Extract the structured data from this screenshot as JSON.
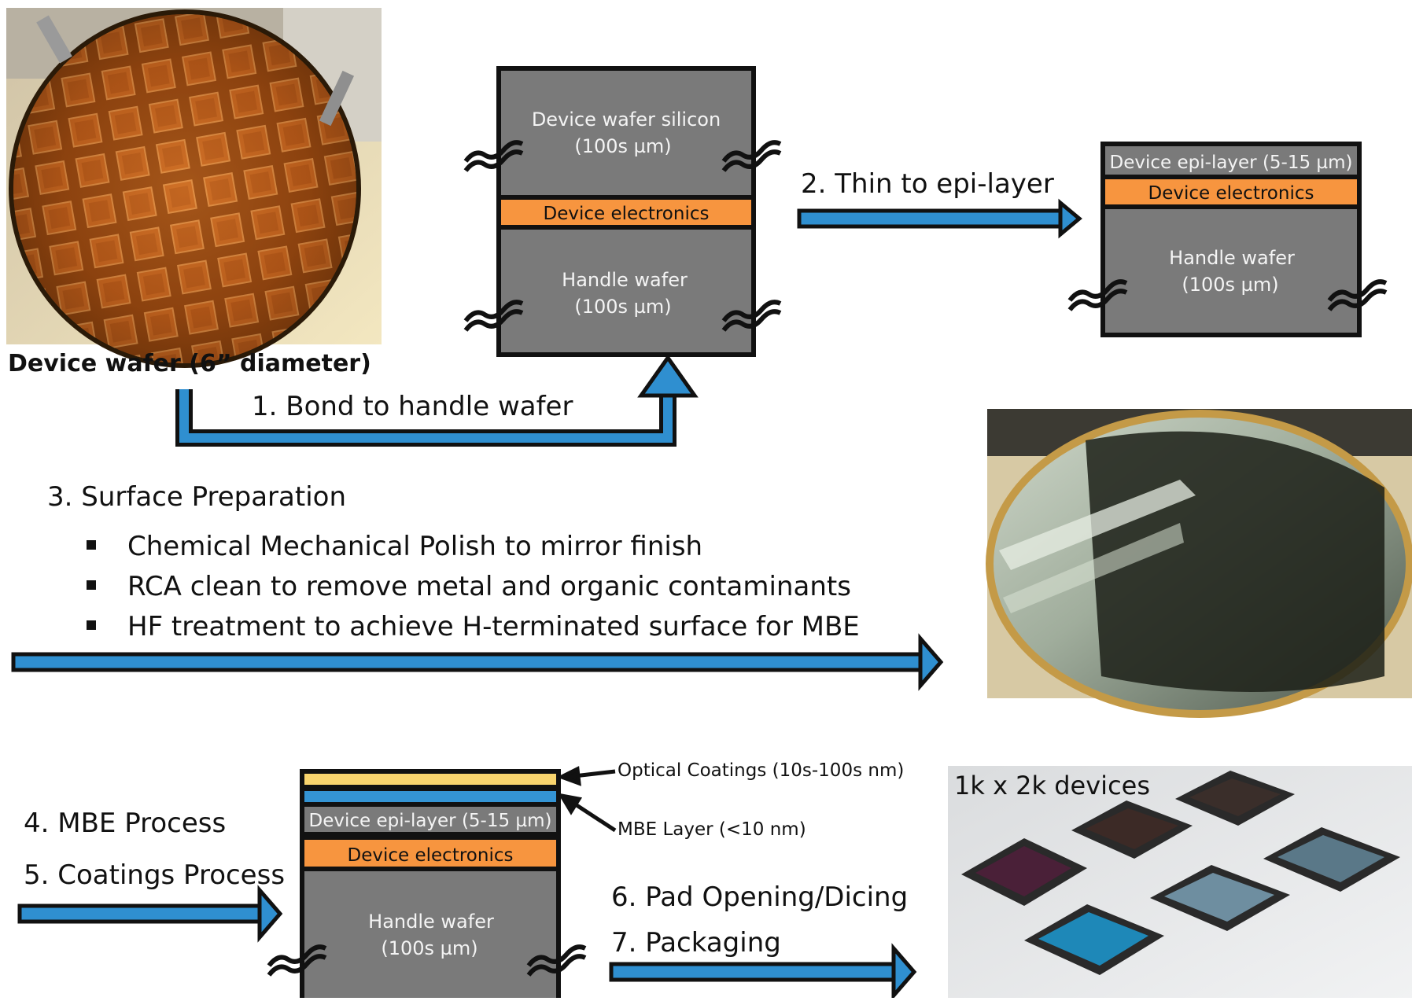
{
  "photos": {
    "device_wafer_caption": "Device wafer (6” diameter)",
    "devices_caption": "1k x 2k devices"
  },
  "stack_initial": {
    "top_layer": [
      "Device wafer silicon",
      "(100s µm)"
    ],
    "electronics": "Device electronics",
    "handle": [
      "Handle wafer",
      "(100s µm)"
    ]
  },
  "stack_thinned": {
    "epi": "Device epi-layer (5-15 µm)",
    "electronics": "Device electronics",
    "handle": [
      "Handle wafer",
      "(100s µm)"
    ]
  },
  "stack_final": {
    "epi": "Device epi-layer (5-15 µm)",
    "electronics": "Device electronics",
    "handle": [
      "Handle wafer",
      "(100s µm)"
    ],
    "coating_callout": "Optical Coatings (10s-100s nm)",
    "mbe_callout": "MBE Layer (<10 nm)"
  },
  "steps": {
    "step1": "1. Bond to handle wafer",
    "step2": "2. Thin to epi-layer",
    "step3": "3. Surface Preparation",
    "step3_bullets": [
      "Chemical Mechanical Polish to mirror finish",
      "RCA clean to remove metal and organic contaminants",
      "HF treatment to achieve H-terminated surface for MBE"
    ],
    "step4": "4. MBE Process",
    "step5": "5. Coatings Process",
    "step6": "6. Pad Opening/Dicing",
    "step7": "7. Packaging"
  },
  "colors": {
    "layer_gray": "#7a7a7a",
    "electronics_orange": "#f7953f",
    "arrow_blue": "#2f8fd0",
    "coating_yellow": "#f9d56e",
    "mbe_blue": "#3494d4",
    "outline": "#111111"
  }
}
